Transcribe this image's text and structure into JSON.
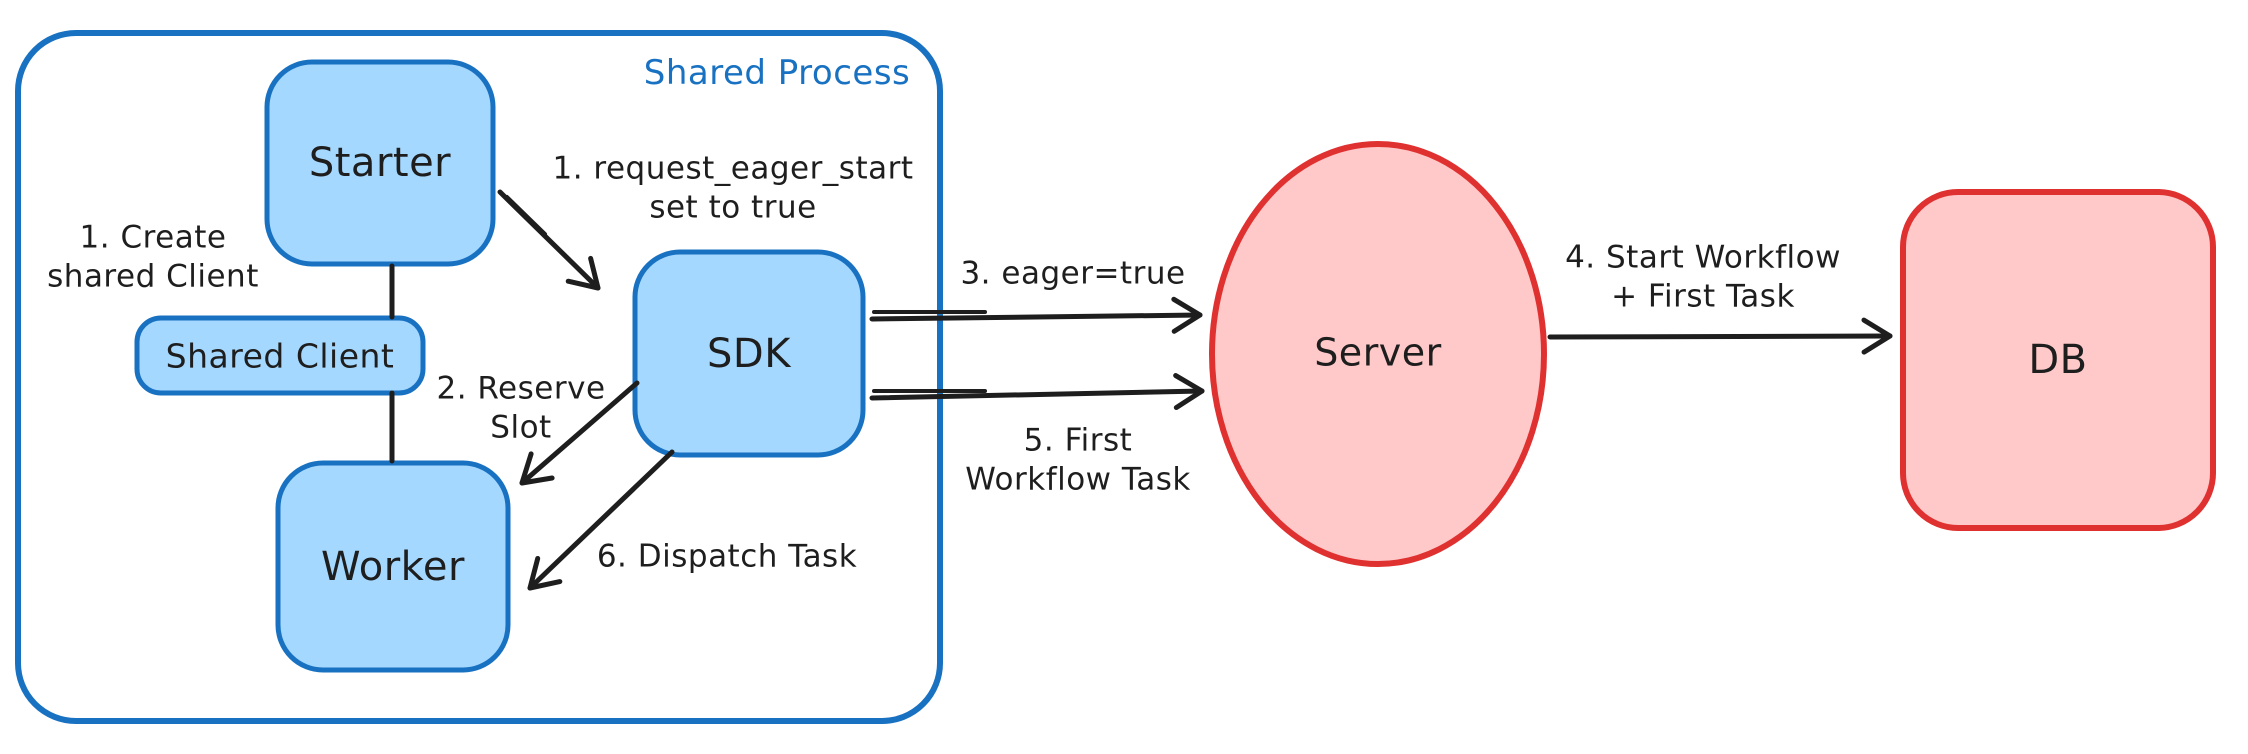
{
  "palette": {
    "blue_stroke": "#1971c2",
    "blue_fill": "#a5d8ff",
    "red_stroke": "#e03131",
    "red_fill": "#ffc9c9",
    "ink": "#1e1e1e",
    "background": "#ffffff"
  },
  "diagram": {
    "container_label": "Shared Process",
    "nodes": {
      "starter": "Starter",
      "shared_client": "Shared Client",
      "worker": "Worker",
      "sdk": "SDK",
      "server": "Server",
      "db": "DB"
    },
    "annotations": {
      "create_shared_client": "1. Create\nshared Client",
      "request_eager_start": "1. request_eager_start\nset to true",
      "reserve_slot": "2. Reserve\nSlot",
      "eager_true": "3. eager=true",
      "start_workflow": "4. Start Workflow\n+ First Task",
      "first_workflow_task": "5. First\nWorkflow Task",
      "dispatch_task": "6. Dispatch Task"
    }
  }
}
